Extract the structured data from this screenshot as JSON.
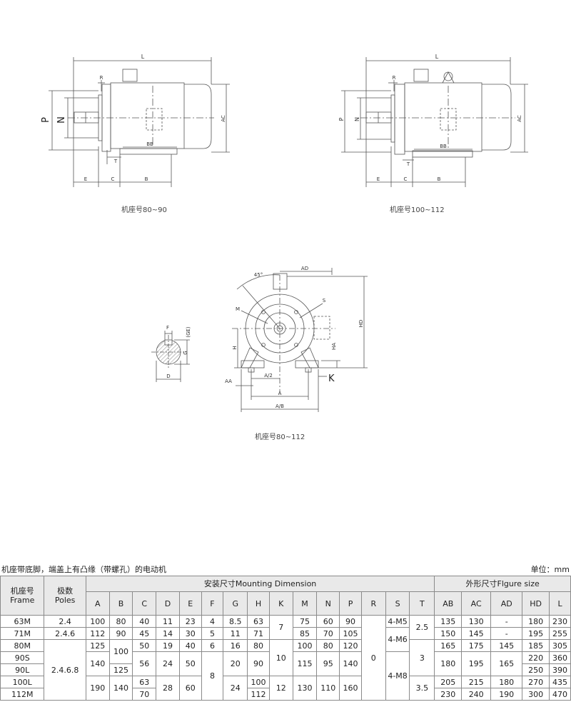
{
  "drawings": {
    "frame_80_90": {
      "caption": "机座号80~90",
      "dims": {
        "L": "L",
        "R": "R",
        "P": "P",
        "N": "N",
        "AC": "AC",
        "BB": "BB",
        "T": "T",
        "E": "E",
        "C": "C",
        "B": "B"
      }
    },
    "frame_100_112": {
      "caption": "机座号100~112",
      "dims": {
        "L": "L",
        "R": "R",
        "P": "P",
        "N": "N",
        "AC": "AC",
        "BB": "BB",
        "T": "T",
        "E": "E",
        "C": "C",
        "B": "B"
      }
    },
    "front_view": {
      "caption": "机座号80~112",
      "dims": {
        "angle": "45°",
        "AD": "AD",
        "S": "S",
        "M": "M",
        "HD": "HD",
        "H": "H",
        "HA": "HA",
        "K": "K",
        "AA": "AA",
        "A_half": "A/2",
        "A": "A",
        "AB": "A/B"
      }
    },
    "shaft_section": {
      "dims": {
        "F": "F",
        "GE": "(GE)",
        "G": "G",
        "D": "D"
      }
    }
  },
  "table": {
    "title": "机座带底脚，端盖上有凸缘（带螺孔）的电动机",
    "unit": "单位：mm",
    "header": {
      "frame": "机座号\nFrame",
      "poles": "极数\nPoles",
      "mounting": "安装尺寸Mounting Dimension",
      "figure": "外形尺寸Flgure size",
      "mounting_cols": [
        "A",
        "B",
        "C",
        "D",
        "E",
        "F",
        "G",
        "H",
        "K",
        "M",
        "N",
        "P",
        "R",
        "S",
        "T"
      ],
      "figure_cols": [
        "AB",
        "AC",
        "AD",
        "HD",
        "L"
      ]
    },
    "rows": [
      {
        "frame": "63M",
        "poles": "2.4",
        "A": "100",
        "B": "80",
        "C": "40",
        "D": "11",
        "E": "23",
        "F": "4",
        "G": "8.5",
        "H": "63",
        "K": "7",
        "M": "75",
        "N": "60",
        "P": "90",
        "R": "0",
        "S": "4-M5",
        "T": "2.5",
        "AB": "135",
        "AC": "130",
        "AD": "-",
        "HD": "180",
        "L": "230"
      },
      {
        "frame": "71M",
        "poles": "2.4.6",
        "A": "112",
        "B": "90",
        "C": "45",
        "D": "14",
        "E": "30",
        "F": "5",
        "G": "11",
        "H": "71",
        "M": "85",
        "N": "70",
        "P": "105",
        "S": "4-M6",
        "AB": "150",
        "AC": "145",
        "AD": "-",
        "HD": "195",
        "L": "255"
      },
      {
        "frame": "80M",
        "poles": "2.4.6.8",
        "A": "125",
        "B": "100",
        "C": "50",
        "D": "19",
        "E": "40",
        "F": "6",
        "G": "16",
        "H": "80",
        "K": "10",
        "M": "100",
        "N": "80",
        "P": "120",
        "T": "3",
        "AB": "165",
        "AC": "175",
        "AD": "145",
        "HD": "185",
        "L": "305"
      },
      {
        "frame": "90S",
        "A": "140",
        "C": "56",
        "D": "24",
        "E": "50",
        "F": "8",
        "G": "20",
        "H": "90",
        "M": "115",
        "N": "95",
        "P": "140",
        "S": "4-M8",
        "AB": "180",
        "AC": "195",
        "AD": "165",
        "HD": "220",
        "L": "360"
      },
      {
        "frame": "90L",
        "B": "125",
        "HD": "250",
        "L": "390"
      },
      {
        "frame": "100L",
        "A": "190",
        "B": "140",
        "C": "63",
        "D": "28",
        "E": "60",
        "G": "24",
        "H": "100",
        "K": "12",
        "M": "130",
        "N": "110",
        "P": "160",
        "T": "3.5",
        "AB": "205",
        "AC": "215",
        "AD": "180",
        "HD": "270",
        "L": "435"
      },
      {
        "frame": "112M",
        "C": "70",
        "H": "112",
        "AB": "230",
        "AC": "240",
        "AD": "190",
        "HD": "300",
        "L": "470"
      }
    ]
  }
}
